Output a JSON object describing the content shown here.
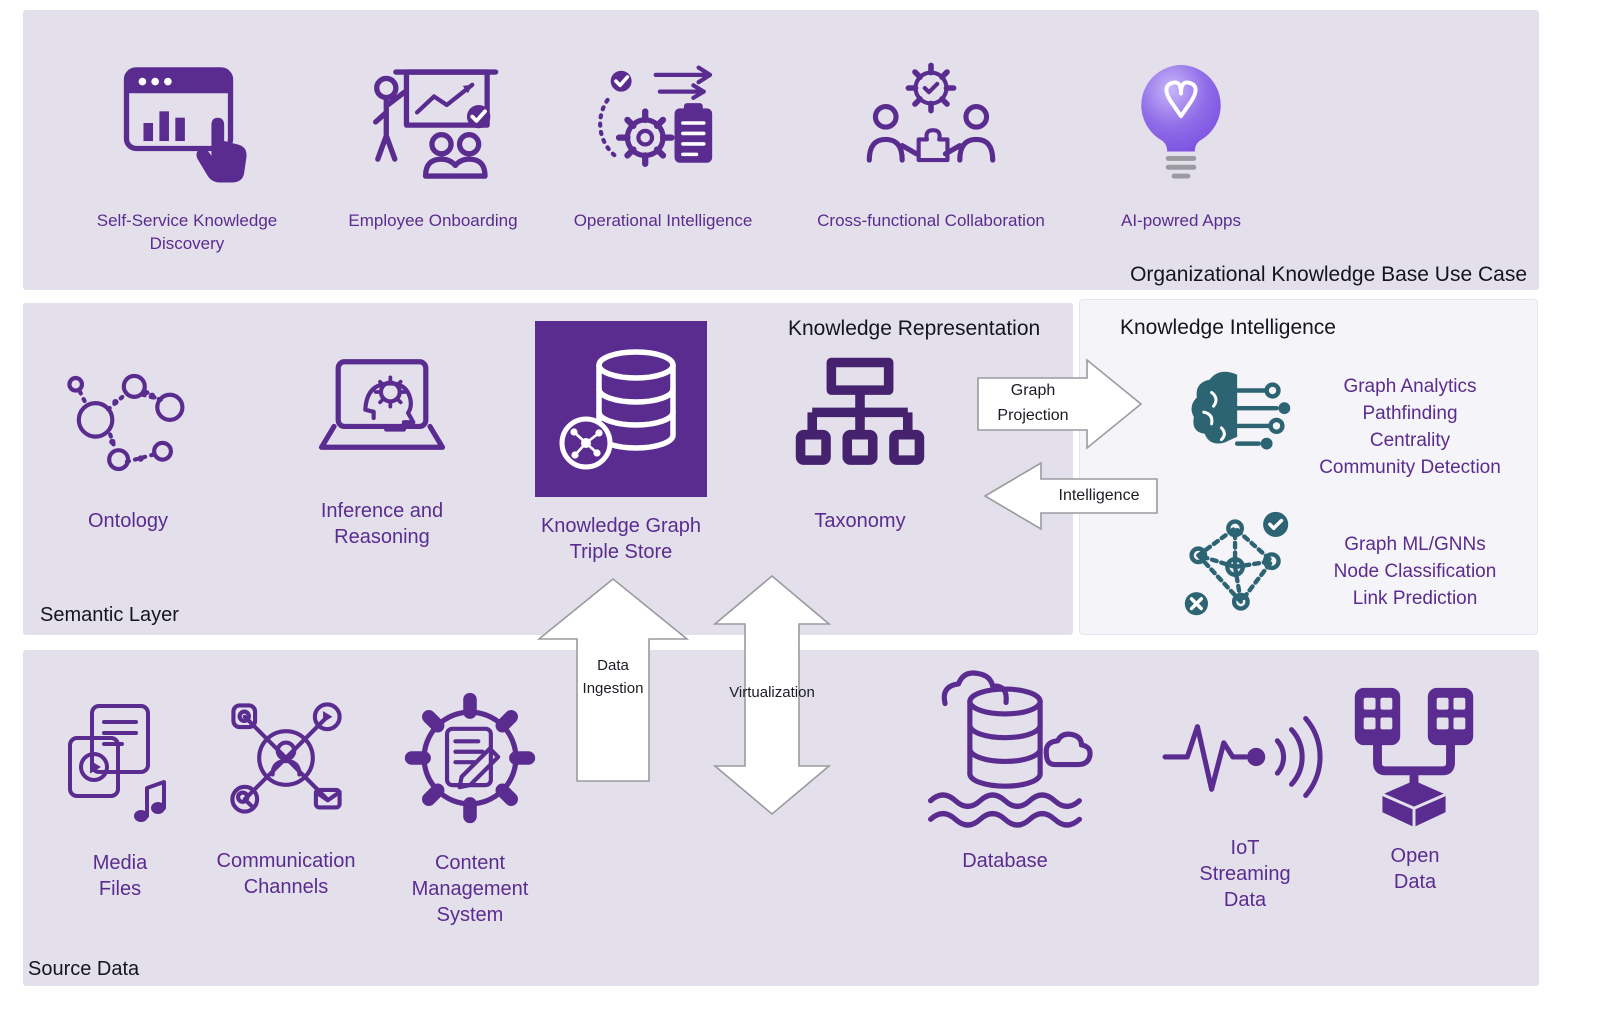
{
  "colors": {
    "purple": "#5b2c8f",
    "purple_dark": "#46226e",
    "teal": "#2c6474",
    "panel_bg": "#e3e0ec",
    "ki_panel_bg": "#f5f4f8",
    "heading_text": "#15151d",
    "arrow_fill": "#ffffff",
    "arrow_border": "#9a9aa0",
    "bulb_fill": "#8f6ce8"
  },
  "use_case_panel": {
    "caption": "Organizational Knowledge Base Use Case",
    "items": [
      {
        "icon": "browser-analytics-hand-icon",
        "label": "Self-Service Knowledge\nDiscovery"
      },
      {
        "icon": "presentation-people-icon",
        "label": "Employee Onboarding"
      },
      {
        "icon": "gear-clipboard-check-icon",
        "label": "Operational Intelligence"
      },
      {
        "icon": "people-gear-puzzle-icon",
        "label": "Cross-functional Collaboration"
      },
      {
        "icon": "lightbulb-icon",
        "label": "AI-powred Apps"
      }
    ]
  },
  "semantic_layer": {
    "caption": "Semantic Layer",
    "knowledge_representation_heading": "Knowledge Representation",
    "ontology_label": "Ontology",
    "inference_label": "Inference and\nReasoning",
    "triple_store_label": "Knowledge Graph\nTriple Store",
    "taxonomy_label": "Taxonomy"
  },
  "knowledge_intelligence": {
    "caption": "Knowledge Intelligence",
    "graph_analytics_text": "Graph Analytics\nPathfinding\nCentrality\nCommunity Detection",
    "graph_ml_text": "Graph ML/GNNs\nNode Classification\nLink Prediction"
  },
  "arrows": {
    "graph_projection_label": "Graph Projection",
    "intelligence_label": "Intelligence",
    "data_ingestion_label": "Data\nIngestion",
    "virtualization_label": "Virtualization"
  },
  "source_data": {
    "caption": "Source Data",
    "items": [
      {
        "icon": "media-files-icon",
        "label": "Media\nFiles"
      },
      {
        "icon": "communication-network-icon",
        "label": "Communication\nChannels"
      },
      {
        "icon": "gear-document-icon",
        "label": "Content\nManagement\nSystem"
      },
      {
        "icon": "database-cloud-icon",
        "label": "Database"
      },
      {
        "icon": "iot-signal-icon",
        "label": "IoT\nStreaming\nData"
      },
      {
        "icon": "open-data-cube-icon",
        "label": "Open\nData"
      }
    ]
  }
}
